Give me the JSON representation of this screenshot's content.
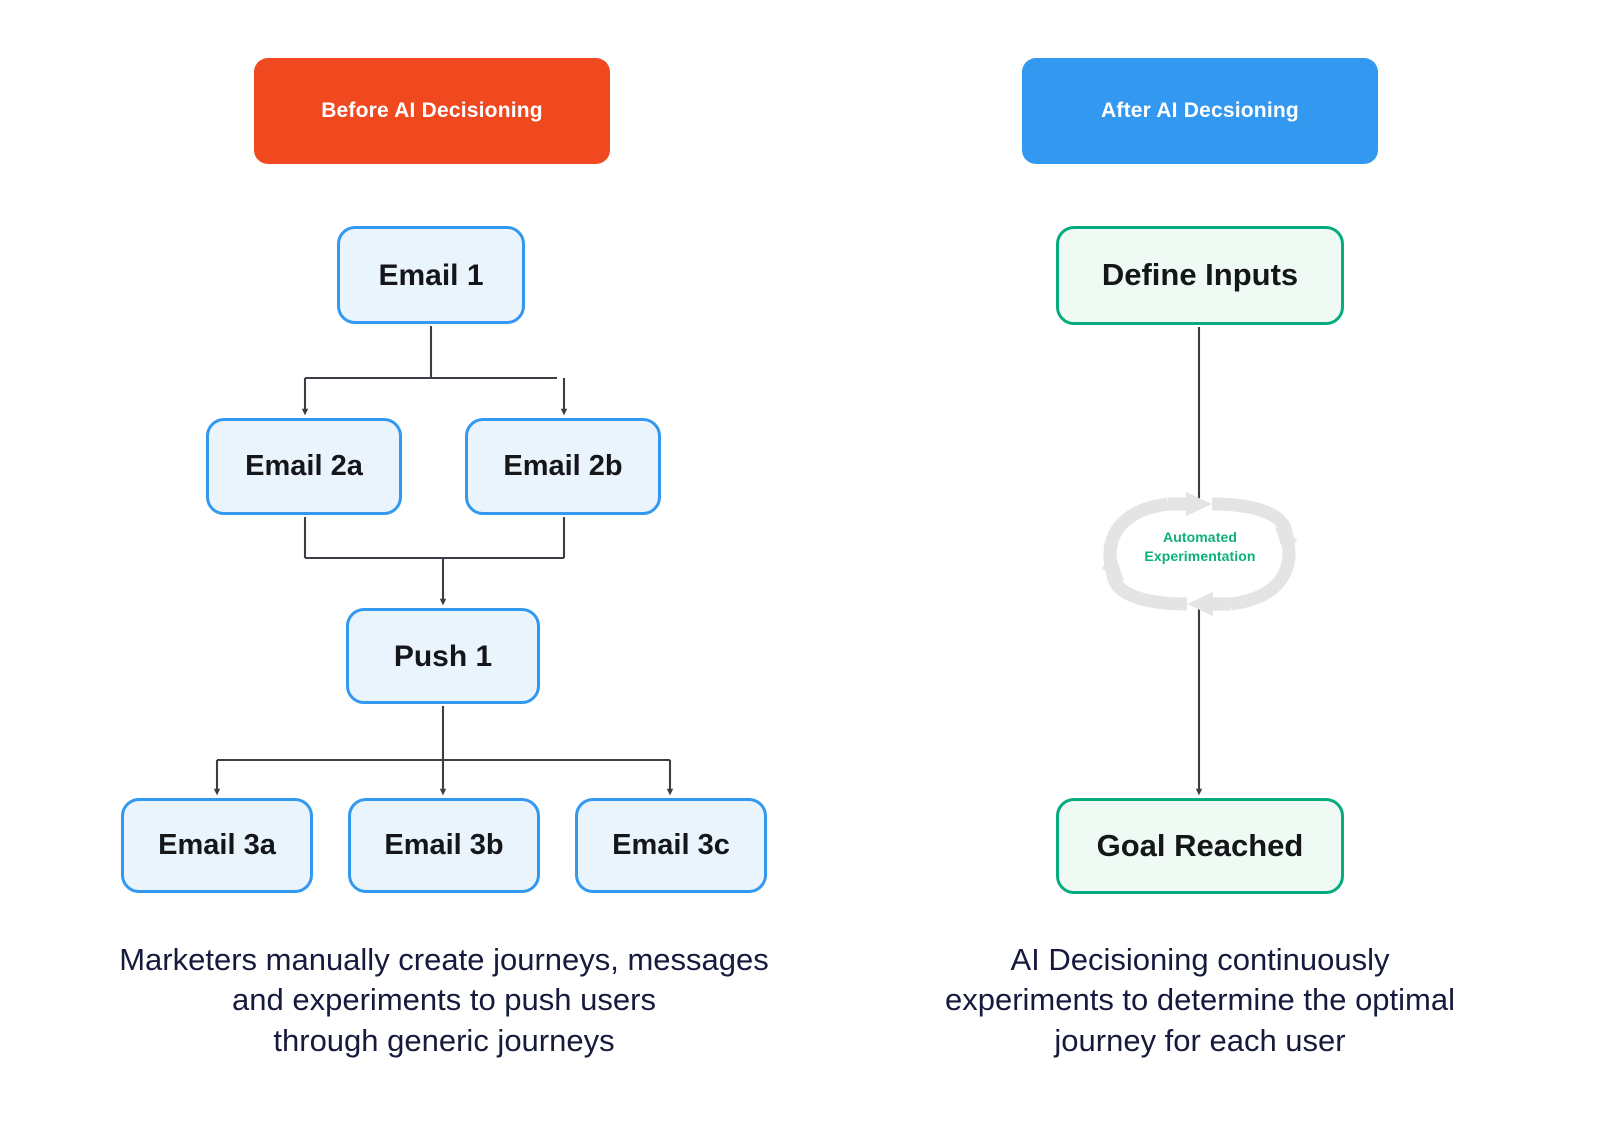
{
  "columns": {
    "before": {
      "banner_label": "Before AI Decisioning",
      "banner_color": "#f0481f",
      "node_border_color": "#3398ef",
      "node_fill_color": "#eaf4fc",
      "nodes": [
        {
          "id": "email1",
          "label": "Email 1"
        },
        {
          "id": "email2a",
          "label": "Email 2a"
        },
        {
          "id": "email2b",
          "label": "Email 2b"
        },
        {
          "id": "push1",
          "label": "Push 1"
        },
        {
          "id": "email3a",
          "label": "Email 3a"
        },
        {
          "id": "email3b",
          "label": "Email 3b"
        },
        {
          "id": "email3c",
          "label": "Email 3c"
        }
      ],
      "caption_lines": [
        "Marketers manually create journeys, messages",
        "and experiments to push users",
        "through generic journeys"
      ]
    },
    "after": {
      "banner_label": "After AI Decsioning",
      "banner_color": "#3398ef",
      "node_border_color": "#06ab7e",
      "node_fill_color": "#eefaf3",
      "nodes": [
        {
          "id": "define_inputs",
          "label": "Define Inputs"
        },
        {
          "id": "goal_reached",
          "label": "Goal Reached"
        }
      ],
      "cycle": {
        "label_lines": [
          "Automated",
          "Experimentation"
        ],
        "label_color": "#0cb07c",
        "arrow_color": "#e4e4e4"
      },
      "caption_lines": [
        "AI Decisioning continuously",
        "experiments to determine the optimal",
        "journey for each user"
      ]
    }
  },
  "connector_color": "#3b3f45",
  "caption_color": "#161a3c",
  "background_color": "#ffffff"
}
